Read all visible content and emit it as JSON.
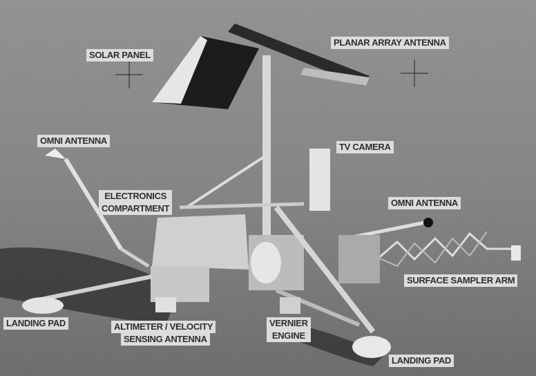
{
  "labels": {
    "solar_panel": "SOLAR PANEL",
    "planar_array_antenna": "PLANAR ARRAY ANTENNA",
    "omni_antenna_left": "OMNI ANTENNA",
    "tv_camera": "TV CAMERA",
    "electronics_line1": "ELECTRONICS",
    "electronics_line2": "COMPARTMENT",
    "omni_antenna_right": "OMNI ANTENNA",
    "surface_sampler_arm": "SURFACE SAMPLER ARM",
    "landing_pad_left": "LANDING PAD",
    "altimeter_line1": "ALTIMETER / VELOCITY",
    "altimeter_line2": "SENSING ANTENNA",
    "vernier_line1": "VERNIER",
    "vernier_line2": "ENGINE",
    "landing_pad_right": "LANDING PAD"
  },
  "colors": {
    "label_bg": "#dcdcdc",
    "label_text": "#2e2e2e"
  }
}
